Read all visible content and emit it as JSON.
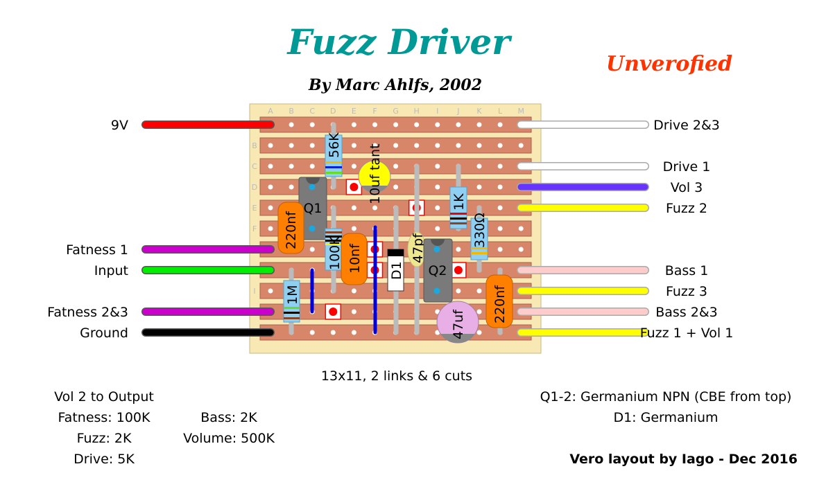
{
  "title": "Fuzz Driver",
  "status_stamp": "Unverofied",
  "author": "By Marc Ahlfs, 2002",
  "board": {
    "columns": [
      "A",
      "B",
      "C",
      "D",
      "E",
      "F",
      "G",
      "H",
      "I",
      "J",
      "K",
      "L",
      "M"
    ],
    "row_labels": [
      "B",
      "C",
      "D",
      "E",
      "F",
      "I"
    ],
    "summary": "13x11, 2 links & 6 cuts"
  },
  "wires_left": [
    {
      "label": "9V",
      "color": "#ff0000"
    },
    {
      "label": "Fatness 1",
      "color": "#cc00cc"
    },
    {
      "label": "Input",
      "color": "#00ee00"
    },
    {
      "label": "Fatness 2&3",
      "color": "#cc00cc"
    },
    {
      "label": "Ground",
      "color": "#000000"
    }
  ],
  "wires_right": [
    {
      "label": "Drive 2&3",
      "color": "#ffffff"
    },
    {
      "label": "Drive 1",
      "color": "#ffffff"
    },
    {
      "label": "Vol 3",
      "color": "#6633ff"
    },
    {
      "label": "Fuzz 2",
      "color": "#ffff00"
    },
    {
      "label": "Bass 1",
      "color": "#ffcccc"
    },
    {
      "label": "Fuzz 3",
      "color": "#ffff00"
    },
    {
      "label": "Bass 2&3",
      "color": "#ffcccc"
    },
    {
      "label": "Fuzz 1 + Vol 1",
      "color": "#ffff00"
    }
  ],
  "components": {
    "r56k": "56K",
    "c10uf": "10uf tant",
    "q1": "Q1",
    "c220_left": "220nf",
    "r100k": "100K",
    "c10nf": "10nf",
    "d1": "D1",
    "c47pf": "47pf",
    "q2": "Q2",
    "r1k": "1K",
    "r330": "330Ω",
    "c220_right": "220nf",
    "c47uf": "47uf",
    "r1m": "1M"
  },
  "notes_left": {
    "heading": "Vol 2 to Output",
    "pots": [
      "Fatness: 100K",
      "Fuzz: 2K",
      "Drive: 5K",
      "Bass: 2K",
      "Volume: 500K"
    ]
  },
  "notes_right": [
    "Q1-2: Germanium NPN (CBE from top)",
    "D1: Germanium"
  ],
  "credit": "Vero layout by Iago - Dec 2016",
  "colors": {
    "title": "#009a96",
    "stamp": "#ff3300",
    "strip": "#d8866a",
    "board": "#f8e8b4",
    "resistor": "#8ecff2",
    "cap_orange": "#ff8000"
  }
}
